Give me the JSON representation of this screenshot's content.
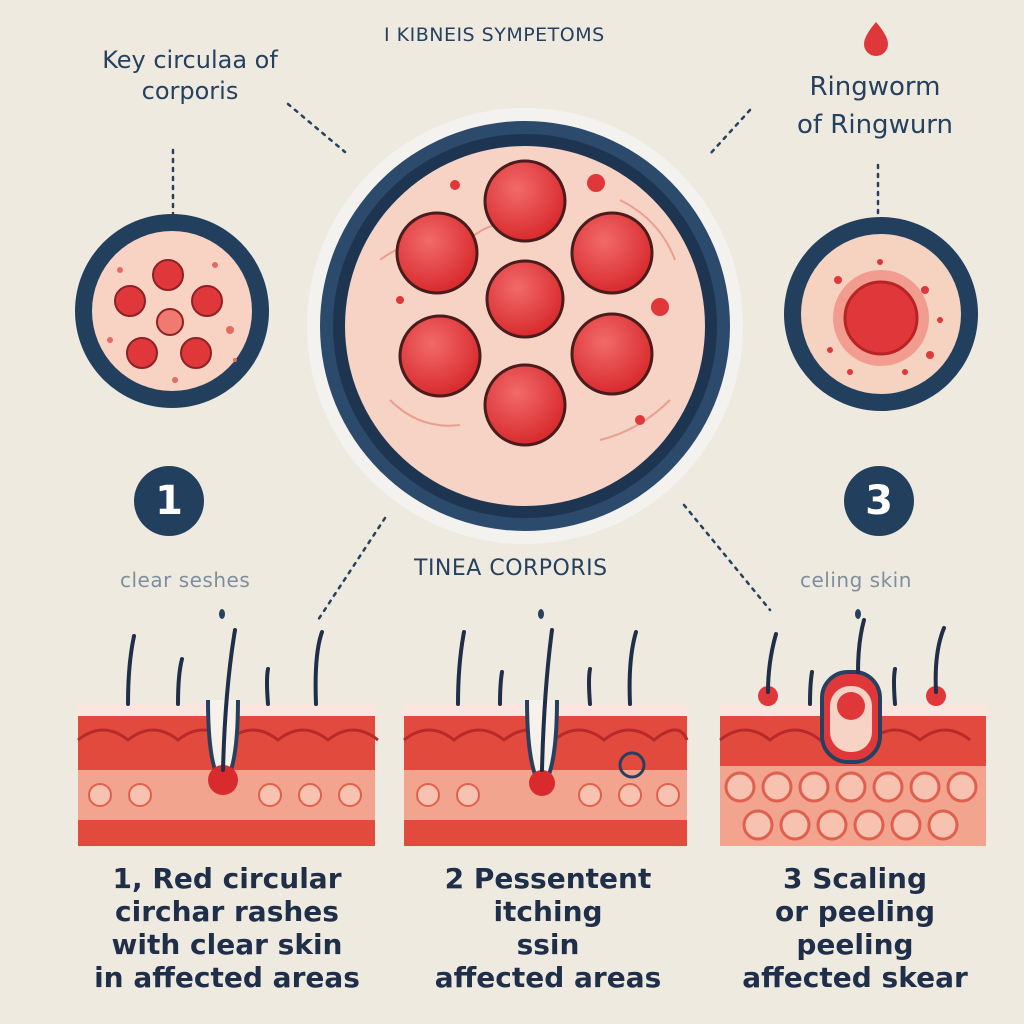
{
  "title": "I KIBNEIS SYMPETOMS",
  "left_caption": "Key circulaa of corporis",
  "right_caption_lines": [
    "Ringworm",
    "of Ringwurn"
  ],
  "center_label": "TINEA CORPORIS",
  "left_label": "clear seshes",
  "right_label": "celing skin",
  "badges": {
    "one": "1",
    "three": "3"
  },
  "captions": {
    "one": [
      "1, Red circular",
      "circhar rashes",
      "with clear skin",
      "in affected areas"
    ],
    "two": [
      "2 Pessentent",
      "itching",
      "ssin",
      "affected areas"
    ],
    "three": [
      "3 Scaling",
      "or peeling",
      "peeling",
      "affected skear"
    ]
  },
  "colors": {
    "navy": "#233f5e",
    "red": "#e0383a",
    "skin": "#f8d2c3",
    "bg": "#efeae0"
  }
}
